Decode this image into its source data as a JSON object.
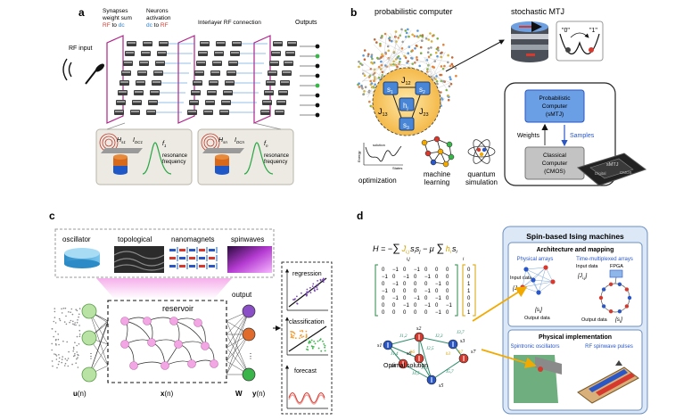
{
  "panels": {
    "a": {
      "label": "a",
      "rf_input": "RF input",
      "synapses_l1": "Synapses",
      "synapses_l2": "weight sum",
      "rf1": "RF",
      "to1": " to ",
      "dc1": "dc",
      "neurons_l1": "Neurons",
      "neurons_l2": "activation",
      "dc2": "dc",
      "to2": " to ",
      "rf2": "RF",
      "interlayer": "Interlayer RF connection",
      "outputs": "Outputs",
      "h1": "H",
      "h1_sub": "s1",
      "i1": "I",
      "i1_sub": "DC1",
      "f1": "f",
      "f1_sub": "1",
      "res_l1": "resonance",
      "res_l2": "frequency",
      "hn": "H",
      "hn_sub": "sn",
      "in": "I",
      "in_sub": "DCn",
      "fn": "f",
      "fn_sub": "n",
      "res2_l1": "resonance",
      "res2_l2": "frequency"
    },
    "b": {
      "label": "b",
      "prob_computer": "probabilistic computer",
      "stochastic_mtj": "stochastic MTJ",
      "zero": "\"0\"",
      "one": "\"1\"",
      "s1": "s",
      "s1_sub": "1",
      "s2": "s",
      "s2_sub": "2",
      "s3": "s",
      "s3_sub": "3",
      "j12": "J",
      "j12_sub": "12",
      "j13": "J",
      "j13_sub": "13",
      "j23": "J",
      "j23_sub": "23",
      "hj": "h",
      "hj_sub": "j",
      "pc_l1": "Probabilistic",
      "pc_l2": "Computer",
      "pc_l3": "(sMTJ)",
      "cc_l1": "Classical",
      "cc_l2": "Computer",
      "cc_l3": "(CMOS)",
      "weights": "Weights",
      "samples": "Samples",
      "smtj_chip": "sMTJ",
      "cmos_chip": "CMOS",
      "digital_chip": "Digital",
      "energy": "Energy",
      "states": "States",
      "solution": "solution",
      "optimization": "optimization",
      "ml_l1": "machine",
      "ml_l2": "learning",
      "qs_l1": "quantum",
      "qs_l2": "simulation"
    },
    "c": {
      "label": "c",
      "oscillator": "oscillator",
      "topological": "topological",
      "nanomagnets": "nanomagnets",
      "spinwaves": "spinwaves",
      "reservoir": "reservoir",
      "output": "output",
      "u": "u",
      "u_arg": "(n)",
      "x": "x",
      "x_arg": "(n)",
      "w": "W",
      "y": "y",
      "y_arg": "(n)",
      "regression": "regression",
      "classification": "classification",
      "forecast": "forecast"
    },
    "d": {
      "label": "d",
      "hamiltonian": "H = −∑ J s s − μ ∑ h s",
      "h_lhs": "H = −",
      "h_sum1": "∑",
      "h_idx1": "i,j",
      "h_j": "J",
      "h_j_sub": "i,j",
      "h_s": "s",
      "h_s_sub1": "i",
      "h_s_sub2": "j",
      "h_mu": " − μ ",
      "h_sum2": "∑",
      "h_idx2": "i",
      "h_h": "h",
      "h_h_sub": "i",
      "matrix": [
        [
          "0",
          "−1",
          "0",
          "−1",
          "0",
          "0",
          "0"
        ],
        [
          "−1",
          "0",
          "−1",
          "0",
          "−1",
          "0",
          "0"
        ],
        [
          "0",
          "−1",
          "0",
          "0",
          "0",
          "−1",
          "0"
        ],
        [
          "−1",
          "0",
          "0",
          "0",
          "−1",
          "0",
          "0"
        ],
        [
          "0",
          "−1",
          "0",
          "−1",
          "0",
          "−1",
          "0"
        ],
        [
          "0",
          "0",
          "−1",
          "0",
          "−1",
          "0",
          "−1"
        ],
        [
          "0",
          "0",
          "0",
          "0",
          "0",
          "−1",
          "0"
        ]
      ],
      "vector": [
        "0",
        "0",
        "1",
        "1",
        "0",
        "0",
        "1"
      ],
      "optimal_solution": "Optimal solution",
      "ising_title": "Spin-based Ising machines",
      "arch_title": "Architecture and mapping",
      "phys_arrays": "Physical arrays",
      "tm_arrays": "Time-multiplexed arrays",
      "input_data1": "Input data",
      "input_data2": "Input data",
      "jij1": "[J",
      "jij1_sub": "i,j",
      "jij1_close": "]",
      "jij2": "[J",
      "jij2_sub": "i,j",
      "jij2_close": "]",
      "fpga": "FPGA",
      "output_data1": "Output data",
      "output_data2": "Output data",
      "si1": "[s",
      "si1_sub": "i",
      "si1_close": "]",
      "si2": "[s",
      "si2_sub": "i",
      "si2_close": "]",
      "phys_impl": "Physical implementation",
      "spintronic": "Spintronic oscillators",
      "rf_pulses": "RF spinwave pulses",
      "nodes": [
        "s1",
        "s2",
        "s3",
        "s4",
        "s5",
        "s6",
        "s7"
      ],
      "edge_labels": [
        "J1,2",
        "J1,4",
        "J2,3",
        "J2,5",
        "J3,7",
        "J4,5",
        "J5,6",
        "J5,7",
        "h3",
        "h6",
        "h7"
      ]
    }
  },
  "colors": {
    "blue_box": "#5b8fd6",
    "light_blue_panel": "#dce8f6",
    "orange_glow": "#f7c76a",
    "red": "#d63a2f",
    "green": "#39b54a",
    "purple": "#6a3aa8",
    "pink": "#f3a6e4",
    "gold": "#f2a900"
  }
}
